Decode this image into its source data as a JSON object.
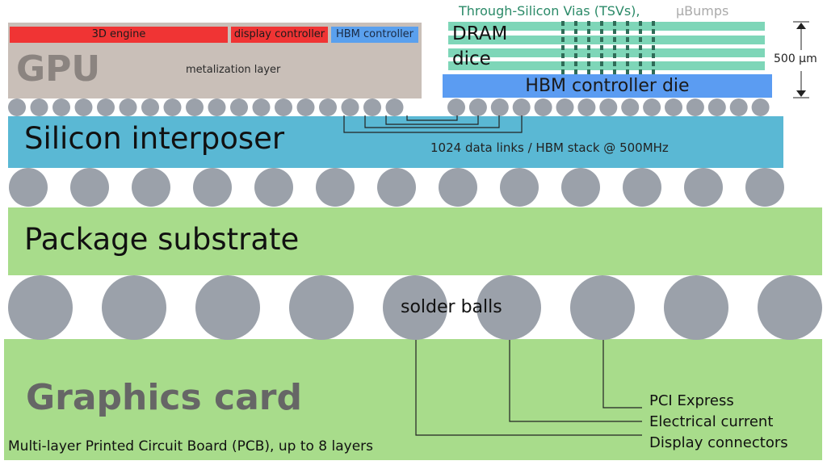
{
  "gpu": {
    "label": "GPU",
    "engine_label": "3D engine",
    "display_label": "display controller",
    "hbm_controller_label": "HBM controller",
    "metal_label": "metalization layer"
  },
  "hbm_stack": {
    "tsv_label": "Through-Silicon Vias (TSVs),",
    "ubumps_label": "μBumps",
    "dram_line1": "DRAM",
    "dram_line2": "dice",
    "controller_die_label": "HBM controller die",
    "size_label": "500 μm"
  },
  "interposer": {
    "title": "Silicon interposer",
    "links_label": "1024 data links / HBM stack @ 500MHz"
  },
  "substrate": {
    "title": "Package substrate"
  },
  "solder": {
    "label": "solder balls"
  },
  "card": {
    "title": "Graphics card",
    "pcb_label": "Multi-layer Printed Circuit Board (PCB), up to 8 layers"
  },
  "connections": {
    "pci": "PCI Express",
    "power": "Electrical current",
    "display": "Display connectors"
  },
  "colors": {
    "gpu": "#c9bfb8",
    "red": "#f03434",
    "hbm_blue": "#5b9cf2",
    "dram_green": "#7ed6b8",
    "interposer": "#5ab8d4",
    "substrate": "#a8dc8b",
    "ball": "#9ba1aa",
    "tsv": "#2f6d58"
  }
}
